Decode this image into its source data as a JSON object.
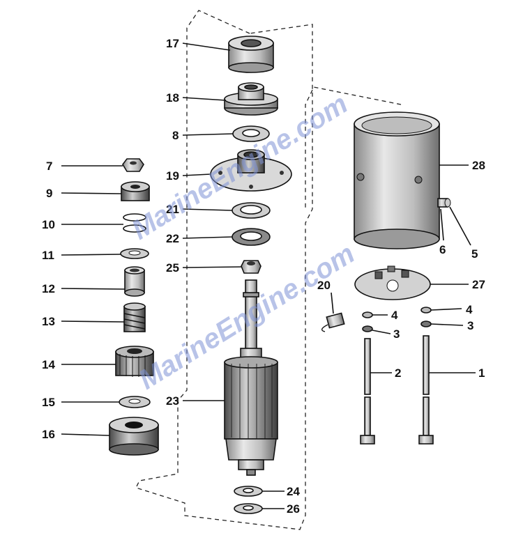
{
  "watermark": "MarineEngine.com",
  "callouts": {
    "c1": "1",
    "c2": "2",
    "c3a": "3",
    "c3b": "3",
    "c4a": "4",
    "c4b": "4",
    "c5": "5",
    "c6": "6",
    "c7": "7",
    "c8": "8",
    "c9": "9",
    "c10": "10",
    "c11": "11",
    "c12": "12",
    "c13": "13",
    "c14": "14",
    "c15": "15",
    "c16": "16",
    "c17": "17",
    "c18": "18",
    "c19": "19",
    "c20": "20",
    "c21": "21",
    "c22": "22",
    "c23": "23",
    "c24": "24",
    "c25": "25",
    "c26": "26",
    "c27": "27",
    "c28": "28"
  }
}
